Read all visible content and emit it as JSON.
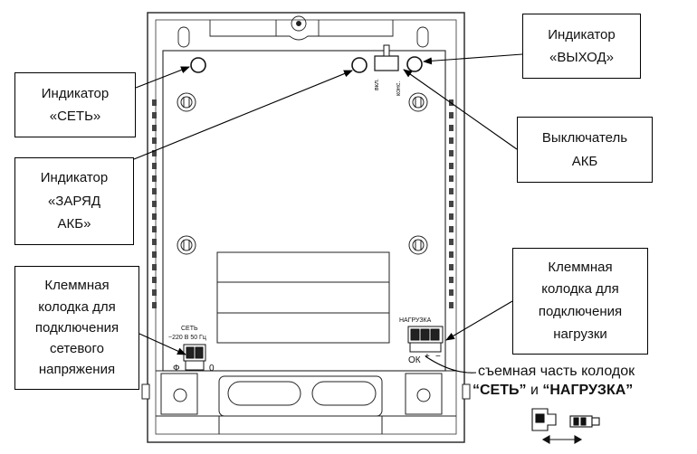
{
  "callouts": {
    "out_indicator": [
      "Индикатор",
      "«ВЫХОД»"
    ],
    "net_indicator": [
      "Индикатор",
      "«СЕТЬ»"
    ],
    "akb_switch": [
      "Выключатель",
      "АКБ"
    ],
    "charge_indicator": [
      "Индикатор",
      "«ЗАРЯД",
      "АКБ»"
    ],
    "net_terminal": [
      "Клеммная",
      "колодка для",
      "подключения",
      "сетевого",
      "напряжения"
    ],
    "load_terminal": [
      "Клеммная",
      "колодка для",
      "подключения",
      "нагрузки"
    ]
  },
  "board": {
    "net_label_1": "СЕТЬ",
    "net_label_2": "~220 В 50 Гц",
    "phase_mark": "Ф",
    "zero_mark": "0",
    "load_label": "НАГРУЗКА",
    "ok_mark": "ОК",
    "plus_mark": "+",
    "minus_mark": "−",
    "switch_on": "вкл.",
    "switch_cons": "конс."
  },
  "removable": {
    "line1": "съемная часть колодок",
    "q1": "“",
    "w1": "СЕТЬ",
    "q2": "”",
    "and": " и ",
    "w2": "“НАГРУЗКА”"
  }
}
